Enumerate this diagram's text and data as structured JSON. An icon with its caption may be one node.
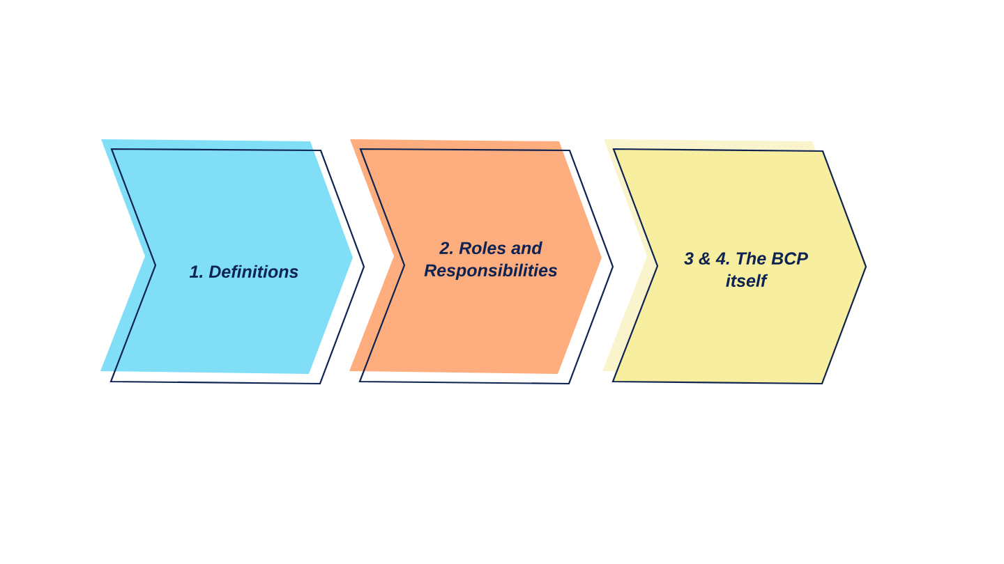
{
  "diagram": {
    "nodes": [
      {
        "text": [
          "1. Definitions"
        ]
      },
      {
        "text": [
          "2. Roles and Responsibilities"
        ]
      },
      {
        "text": [
          "3 & 4. The BCP itself"
        ]
      }
    ]
  }
}
